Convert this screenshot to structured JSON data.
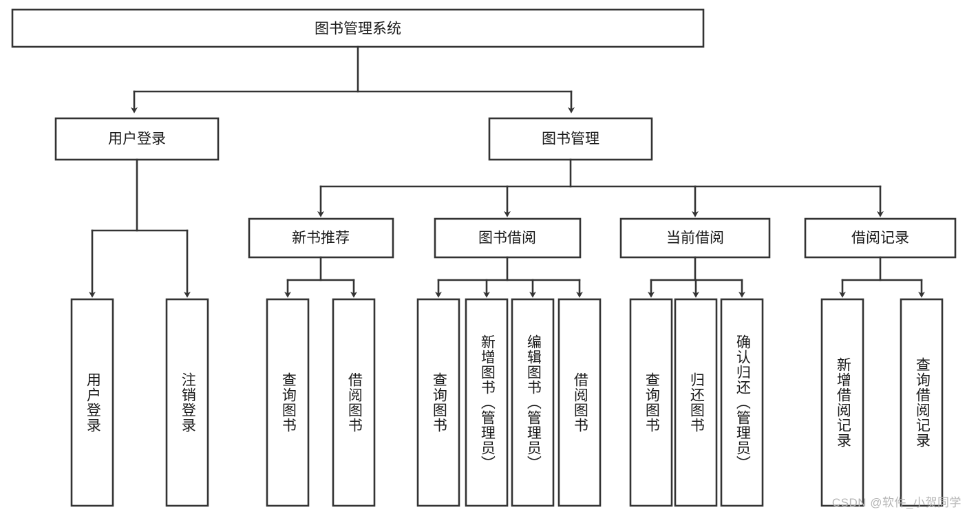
{
  "diagram": {
    "title": "图书管理系统",
    "watermark": "CSDN @软件_小贺同学",
    "colors": {
      "stroke": "#333333",
      "fill": "#ffffff",
      "text": "#1a1a1a",
      "watermark": "#b5b5b5"
    },
    "root": {
      "label": "图书管理系统"
    },
    "level2": [
      {
        "label": "用户登录"
      },
      {
        "label": "图书管理"
      }
    ],
    "level3": [
      {
        "label": "新书推荐"
      },
      {
        "label": "图书借阅"
      },
      {
        "label": "当前借阅"
      },
      {
        "label": "借阅记录"
      }
    ],
    "leaves": {
      "user_login": [
        {
          "label": "用户登录"
        },
        {
          "label": "注销登录"
        }
      ],
      "new_book_recommend": [
        {
          "label": "查询图书"
        },
        {
          "label": "借阅图书"
        }
      ],
      "book_borrow": [
        {
          "label": "查询图书"
        },
        {
          "label": "新增图书（管理员）"
        },
        {
          "label": "编辑图书（管理员）"
        },
        {
          "label": "借阅图书"
        }
      ],
      "current_borrow": [
        {
          "label": "查询图书"
        },
        {
          "label": "归还图书"
        },
        {
          "label": "确认归还（管理员）"
        }
      ],
      "borrow_record": [
        {
          "label": "新增借阅记录"
        },
        {
          "label": "查询借阅记录"
        }
      ]
    }
  }
}
